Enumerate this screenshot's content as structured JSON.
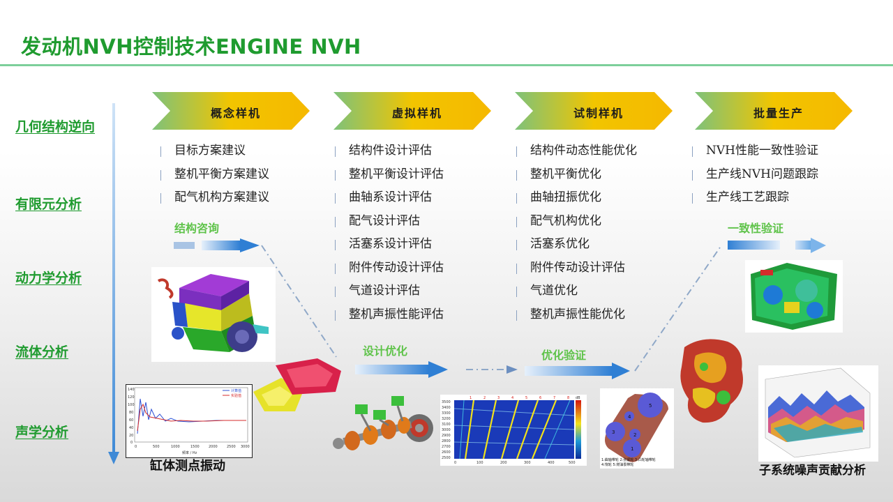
{
  "title": "发动机NVH控制技术ENGINE NVH",
  "left_labels": [
    "几何结构逆向",
    "有限元分析",
    "动力学分析",
    "流体分析",
    "声学分析"
  ],
  "stages": [
    {
      "label": "概念样机",
      "items": [
        "目标方案建议",
        "整机平衡方案建议",
        "配气机构方案建议"
      ]
    },
    {
      "label": "虚拟样机",
      "items": [
        "结构件设计评估",
        "整机平衡设计评估",
        "曲轴系设计评估",
        "配气设计评估",
        "活塞系设计评估",
        "附件传动设计评估",
        "气道设计评估",
        "整机声振性能评估"
      ]
    },
    {
      "label": "试制样机",
      "items": [
        "结构件动态性能优化",
        "整机平衡优化",
        "曲轴扭振优化",
        "配气机构优化",
        "活塞系优化",
        "附件传动设计评估",
        "气道优化",
        "整机声振性能优化"
      ]
    },
    {
      "label": "批量生产",
      "items": [
        "NVH性能一致性验证",
        "生产线NVH问题跟踪",
        "生产线工艺跟踪"
      ]
    }
  ],
  "flow_labels": {
    "structure_consult": "结构咨询",
    "design_opt": "设计优化",
    "opt_verify": "优化验证",
    "consistency": "一致性验证"
  },
  "captions": {
    "cylinder": "缸体测点振动",
    "subsystem": "子系统噪声贡献分析"
  },
  "vib_chart": {
    "yticks": [
      "140",
      "120",
      "100",
      "80",
      "60",
      "40",
      "20",
      "0"
    ],
    "xticks": [
      "0",
      "500",
      "1000",
      "1500",
      "2000",
      "2500",
      "3000"
    ],
    "legend": [
      "计算值",
      "实验值"
    ],
    "xlabel": "频率 / Hz"
  },
  "campbell": {
    "yticks": [
      "3500",
      "3400",
      "3300",
      "3200",
      "3100",
      "3000",
      "2900",
      "2800",
      "2700",
      "2600",
      "2500"
    ],
    "xticks": [
      "0",
      "100",
      "200",
      "300",
      "400",
      "500"
    ],
    "top": [
      "1",
      "2",
      "3",
      "4",
      "5",
      "6",
      "7",
      "8"
    ],
    "unit": "dB"
  },
  "belt": {
    "numbers": [
      "5",
      "4",
      "3",
      "2",
      "1"
    ],
    "legend1": "1:曲轴带轮 2:张紧轮 3:凸轮轴带轮",
    "legend2": "4:惰轮 5:燃油泵带轮"
  },
  "colors": {
    "title_green": "#1f9b2f",
    "label_green": "#5fc34a",
    "axis_blue": "#4a90d9",
    "arrow_yellow": "#f2c500"
  }
}
